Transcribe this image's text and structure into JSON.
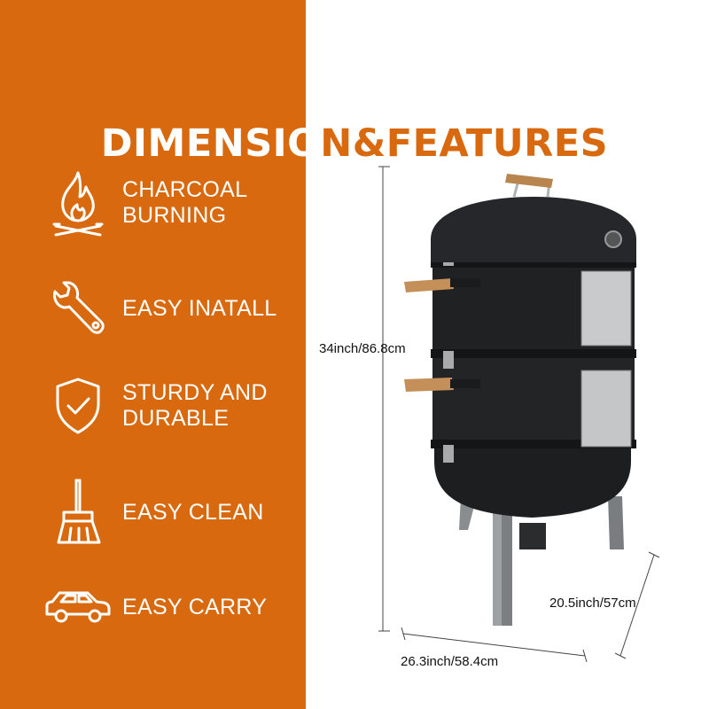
{
  "title": {
    "part1": "DIMENSIO",
    "part2": "N&FEATURES"
  },
  "features": [
    {
      "label": "CHARCOAL\nBURNING",
      "icon": "fire-icon"
    },
    {
      "label": "EASY INATALL",
      "icon": "wrench-icon"
    },
    {
      "label": "STURDY AND\nDURABLE",
      "icon": "shield-check-icon"
    },
    {
      "label": "EASY CLEAN",
      "icon": "broom-icon"
    },
    {
      "label": "EASY CARRY",
      "icon": "car-icon"
    }
  ],
  "dimensions": {
    "height": "34inch/86.8cm",
    "depth": "20.5inch/57cm",
    "width": "26.3inch/58.4cm"
  },
  "colors": {
    "accent": "#d9690f",
    "text_on_accent": "#ffffff",
    "product": "#1e2022"
  }
}
